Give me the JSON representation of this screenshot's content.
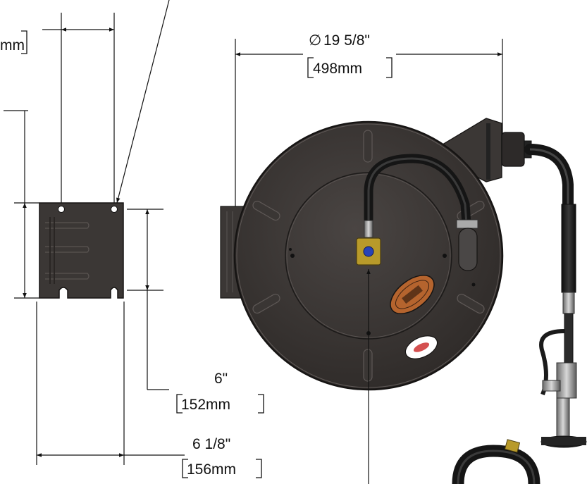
{
  "dimensions": {
    "partial_left": "mm",
    "reel_diameter_symbol": "∅",
    "reel_diameter_in": "19 5/8\"",
    "reel_diameter_mm": "498mm",
    "bracket_hole_spacing_in": "6\"",
    "bracket_hole_spacing_mm": "152mm",
    "bracket_width_in": "6 1/8\"",
    "bracket_width_mm": "156mm"
  },
  "colors": {
    "reel_body": "#3b3735",
    "reel_edge": "#161413",
    "hose": "#1c1c1c",
    "logo_badge": "#b5642e",
    "blue_fitting": "#2743b8",
    "brass_fitting": "#b89a2a"
  }
}
